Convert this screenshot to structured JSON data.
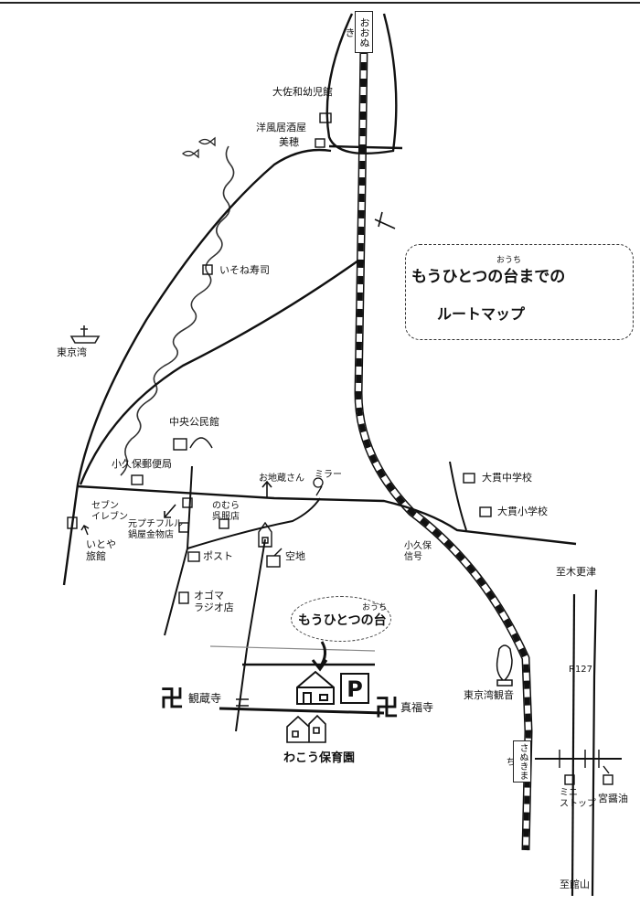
{
  "title": {
    "main": "もうひとつの台までの",
    "ruby": "おうち",
    "sub": "ルートマップ"
  },
  "destination": {
    "name": "もうひとつの台",
    "ruby": "おうち"
  },
  "stations": {
    "oonuki": "おおぬき",
    "sanukimachi": "さぬきまち"
  },
  "labels": {
    "osawa_museum": "大佐和幼児館",
    "western_izakaya": "洋風居酒屋",
    "miho": "美穂",
    "isone_sushi": "いそね寿司",
    "tokyo_bay": "東京湾",
    "central_hall": "中央公民館",
    "kokubo_post": "小久保郵便局",
    "seven_eleven": "セブン\nイレブン",
    "itoya_ryokan": "いとや\n旅館",
    "former_shop": "元プチフルル\n鍋屋金物店",
    "post": "ポスト",
    "ogoma_radio": "オゴマ\nラジオ店",
    "nomura_clothing": "のむら\n呉服店",
    "ojizosan": "お地蔵さん",
    "mirror": "ミラー",
    "empty_lot": "空地",
    "kokubo_signal": "小久保\n信号",
    "onuki_junior": "大貫中学校",
    "onuki_elementary": "大貫小学校",
    "to_kisarazu": "至木更津",
    "r127": "R127",
    "tokyowan_kannon": "東京湾観音",
    "mini_stop": "ミニ\nストップ",
    "miyaban_oil": "宮醤油",
    "to_tateyama": "至館山",
    "kanzoji": "観蔵寺",
    "shinpukuji": "真福寺",
    "wakou_nursery": "わこう保育園",
    "parking": "P",
    "manji": "卍"
  }
}
